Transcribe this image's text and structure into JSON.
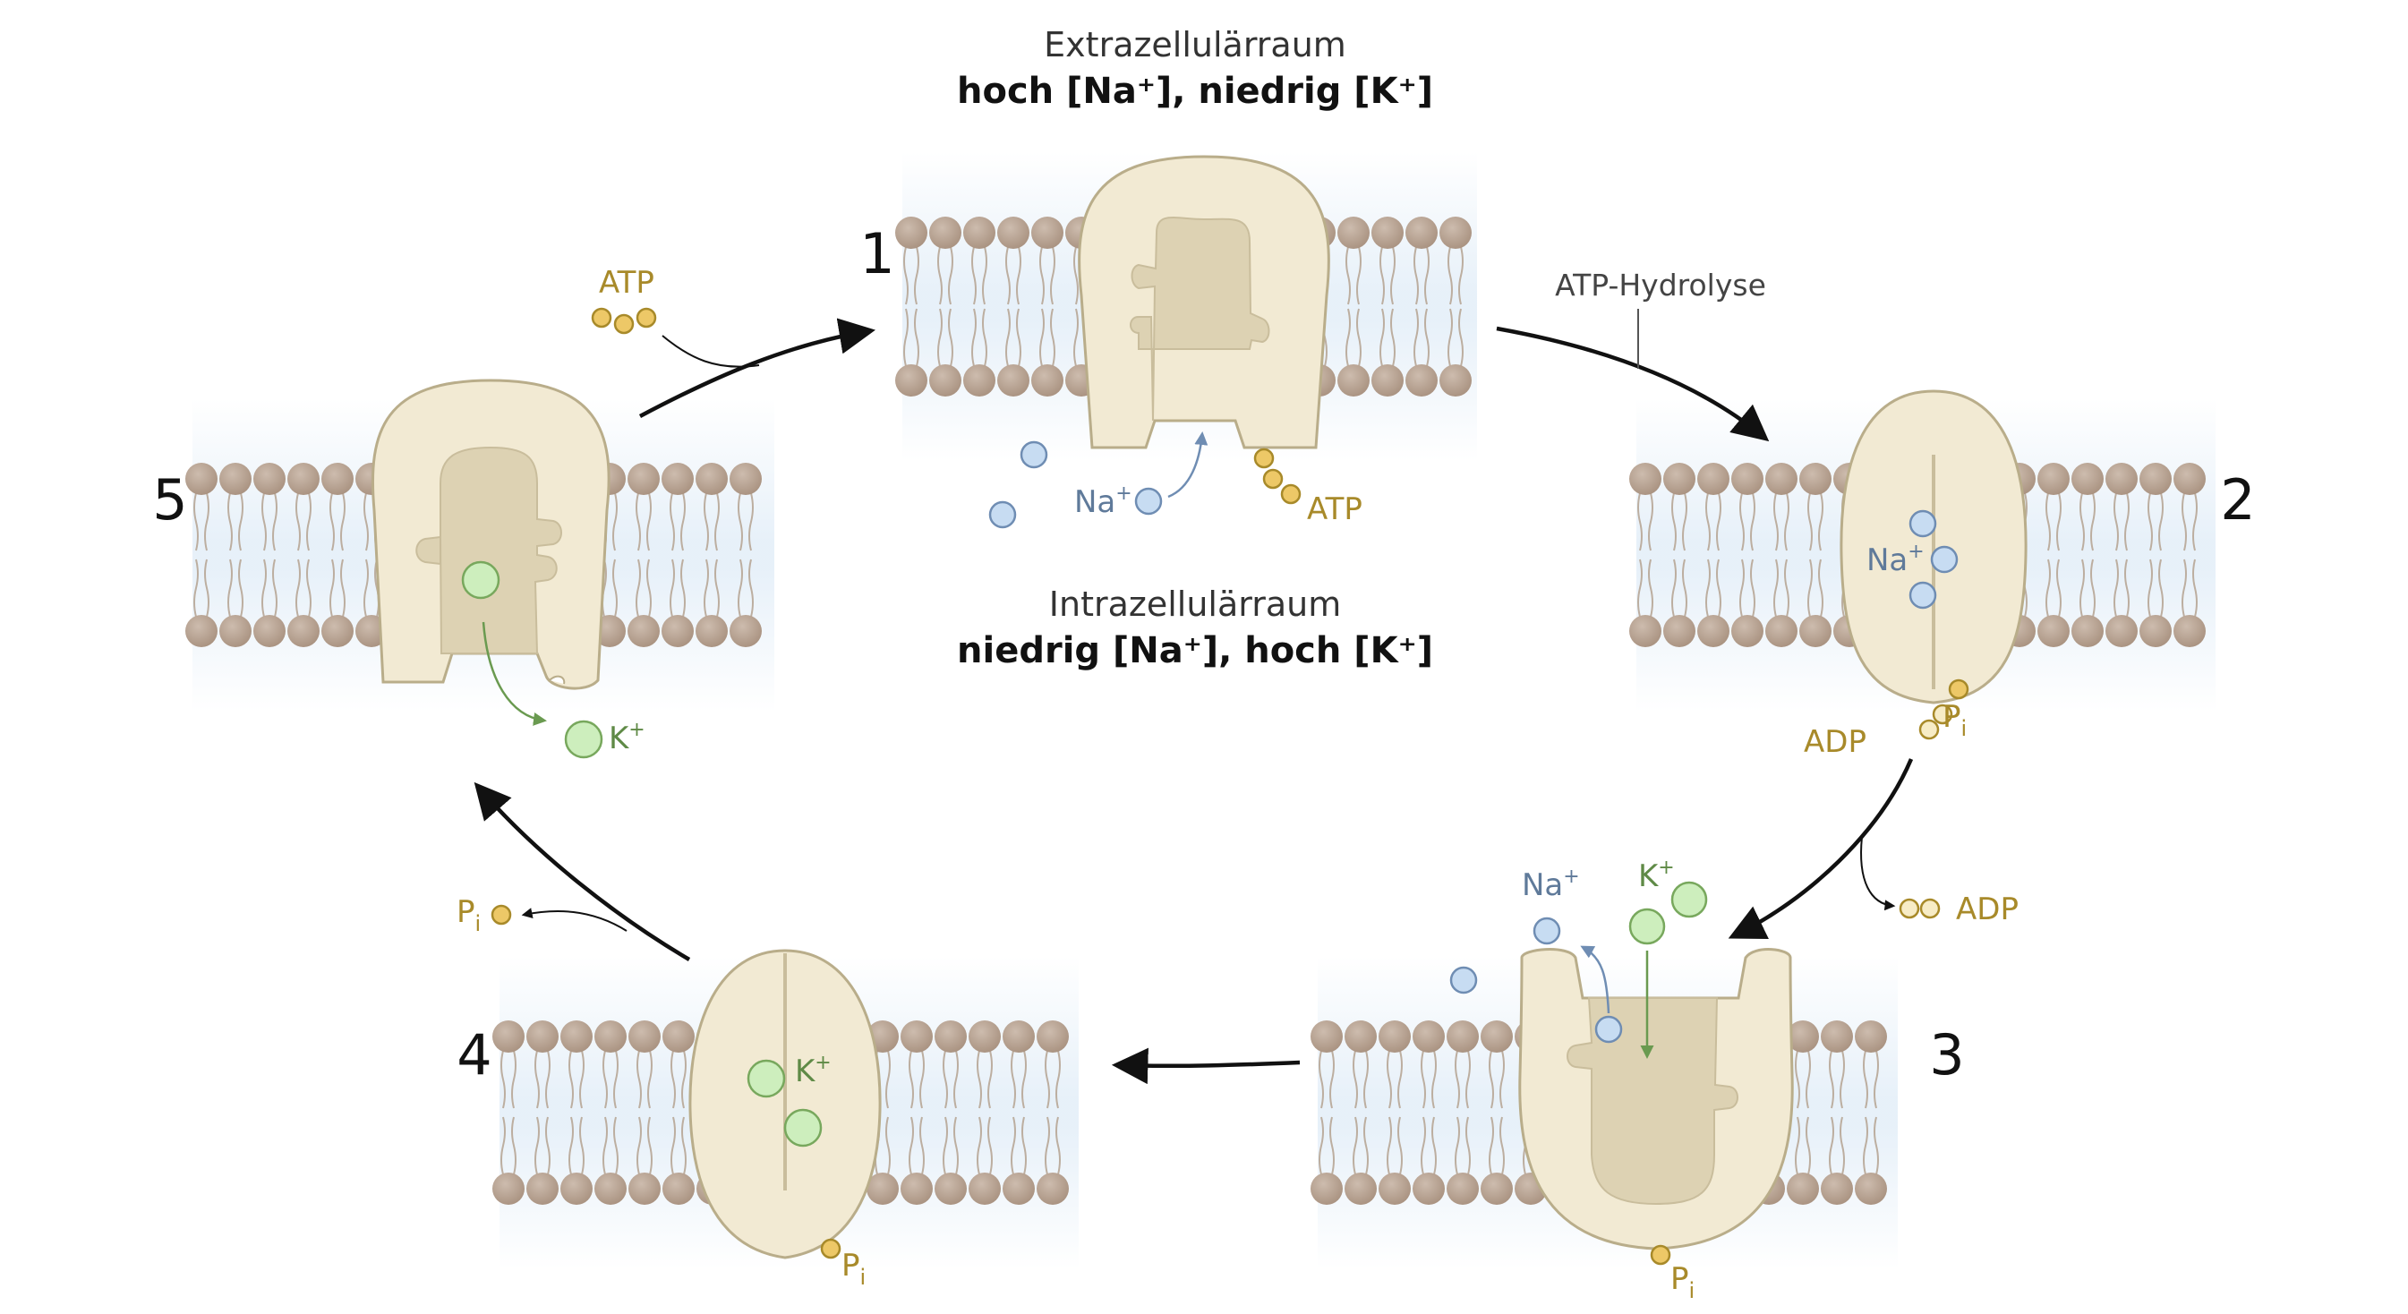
{
  "colors": {
    "protein_fill": "#f2ead3",
    "protein_stroke": "#b9ad8a",
    "channel_fill": "#ddd2b3",
    "head_fill": "#bba797",
    "tail_stroke": "#bcaea0",
    "membrane_glow": "#cfe2f3",
    "sodium_fill": "#c7dcf2",
    "sodium_stroke": "#6f8db3",
    "potassium_fill": "#cdeebd",
    "potassium_stroke": "#78a85d",
    "phosphate_fill": "#edc867",
    "phosphate_stroke": "#a88a2a",
    "arrow": "#111111"
  },
  "header": {
    "extracellular_title": "Extrazellulärraum",
    "extracellular_conditions": "hoch [Na⁺], niedrig [K⁺]",
    "intracellular_title": "Intrazellulärraum",
    "intracellular_conditions": "niedrig [Na⁺], hoch [K⁺]"
  },
  "steps": {
    "s1": {
      "number": "1",
      "na_label": "Na",
      "na_sup": "+",
      "atp_label": "ATP"
    },
    "s2": {
      "number": "2",
      "na_label": "Na",
      "na_sup": "+",
      "adp_label": "ADP",
      "pi_label": "P",
      "pi_sub": "i"
    },
    "s3": {
      "number": "3",
      "na_label": "Na",
      "na_sup": "+",
      "k_label": "K",
      "k_sup": "+",
      "pi_label": "P",
      "pi_sub": "i"
    },
    "s4": {
      "number": "4",
      "k_label": "K",
      "k_sup": "+",
      "pi_label": "P",
      "pi_sub": "i"
    },
    "s5": {
      "number": "5",
      "k_label": "K",
      "k_sup": "+"
    }
  },
  "transitions": {
    "t5_1": {
      "atp_label": "ATP"
    },
    "t1_2": {
      "hydrolysis_label": "ATP-Hydrolyse"
    },
    "t2_3": {
      "adp_label": "ADP"
    },
    "t4_5": {
      "pi_label": "P",
      "pi_sub": "i"
    }
  }
}
